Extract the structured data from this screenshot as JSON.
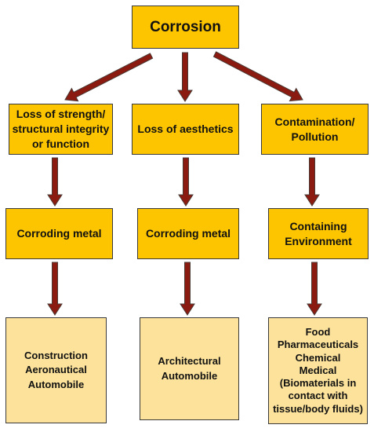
{
  "colors": {
    "accent_box": "#FDC500",
    "light_box": "#FCE29A",
    "arrow_fill": "#8B1A10",
    "arrow_stroke": "#4A3A34"
  },
  "root": {
    "label": "Corrosion"
  },
  "consequences": [
    {
      "lines": [
        "Loss of strength/",
        "structural integrity",
        "or function"
      ]
    },
    {
      "lines": [
        "Loss of aesthetics"
      ]
    },
    {
      "lines": [
        "Contamination/",
        "Pollution"
      ]
    }
  ],
  "subjects": [
    {
      "lines": [
        "Corroding metal"
      ]
    },
    {
      "lines": [
        "Corroding metal"
      ]
    },
    {
      "lines": [
        "Containing",
        "Environment"
      ]
    }
  ],
  "sectors": [
    {
      "lines": [
        "Construction",
        "Aeronautical",
        "Automobile"
      ]
    },
    {
      "lines": [
        "Architectural",
        "Automobile"
      ]
    },
    {
      "lines": [
        "Food",
        "Pharmaceuticals",
        "Chemical",
        "Medical",
        "(Biomaterials in",
        "contact with",
        "tissue/body fluids)"
      ]
    }
  ]
}
